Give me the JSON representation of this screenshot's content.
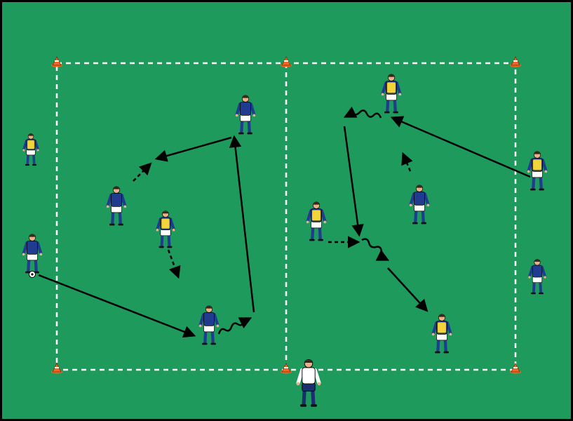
{
  "pitch": {
    "surface_color": "#1d9a5c",
    "line_color": "#ffffff",
    "border_color": "#000000",
    "cone_color": "#f26522"
  },
  "drill": {
    "zones": 2,
    "cones": 6,
    "team_colors": {
      "blue_team": "#1f3c8f",
      "yellow_bibs": "#f2d43b",
      "shorts": "#ffffff",
      "skin": "#e9b08a",
      "coach_shirt": "#ffffff",
      "coach_trousers": "#1b2f6e"
    },
    "legend": {
      "pass": "solid-arrow",
      "run": "dashed-arrow",
      "dribble": "wavy-arrow"
    }
  }
}
